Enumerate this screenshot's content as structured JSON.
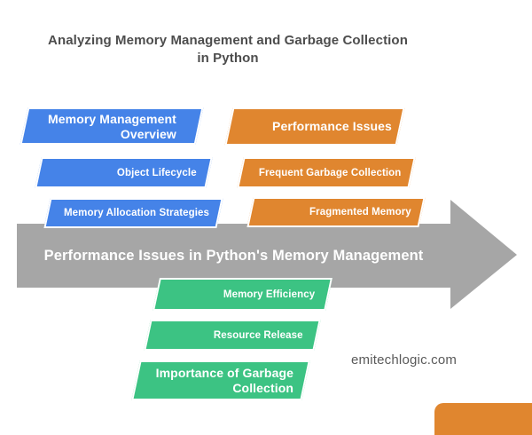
{
  "title": "Analyzing Memory Management and Garbage Collection in Python",
  "arrow": {
    "label": "Performance Issues in Python's Memory Management",
    "color": "#a6a6a6"
  },
  "groups": {
    "memory_management": {
      "color": "#4583e8",
      "items": [
        {
          "label": "Memory Management Overview",
          "emphasis": true
        },
        {
          "label": "Object Lifecycle",
          "emphasis": false
        },
        {
          "label": "Memory Allocation Strategies",
          "emphasis": false
        }
      ]
    },
    "performance_issues": {
      "color": "#e0862f",
      "items": [
        {
          "label": "Performance Issues",
          "emphasis": true
        },
        {
          "label": "Frequent Garbage Collection",
          "emphasis": false
        },
        {
          "label": "Fragmented Memory",
          "emphasis": false
        }
      ]
    },
    "garbage_collection_benefits": {
      "color": "#3cc383",
      "items": [
        {
          "label": "Memory Efficiency",
          "emphasis": false
        },
        {
          "label": "Resource Release",
          "emphasis": false
        },
        {
          "label": "Importance of Garbage Collection",
          "emphasis": true
        }
      ]
    }
  },
  "watermark": "emitechlogic.com",
  "corner_accent_color": "#e0862f",
  "text_colors": {
    "title": "#4d4d4d",
    "watermark": "#5a5a5a",
    "stage_label": "#ffffff"
  }
}
